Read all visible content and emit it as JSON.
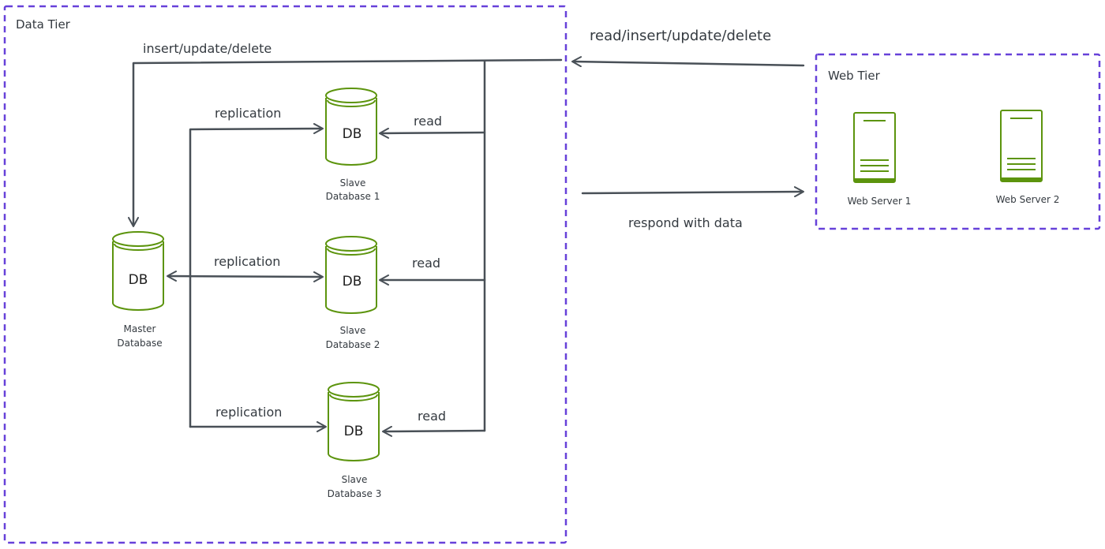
{
  "tiers": {
    "data_tier": "Data Tier",
    "web_tier": "Web Tier"
  },
  "databases": {
    "master": {
      "icon": "DB",
      "line1": "Master",
      "line2": "Database"
    },
    "slave1": {
      "icon": "DB",
      "line1": "Slave",
      "line2": "Database 1"
    },
    "slave2": {
      "icon": "DB",
      "line1": "Slave",
      "line2": "Database 2"
    },
    "slave3": {
      "icon": "DB",
      "line1": "Slave",
      "line2": "Database 3"
    }
  },
  "servers": {
    "web1": "Web Server 1",
    "web2": "Web Server 2"
  },
  "edges": {
    "insert_update_delete": "insert/update/delete",
    "read_insert_update_delete": "read/insert/update/delete",
    "respond_with_data": "respond with data",
    "replication_1": "replication",
    "replication_2": "replication",
    "replication_3": "replication",
    "read_1": "read",
    "read_2": "read",
    "read_3": "read"
  },
  "colors": {
    "tier_border": "#6741d9",
    "db_stroke": "#5c940d",
    "edge": "#495057"
  }
}
